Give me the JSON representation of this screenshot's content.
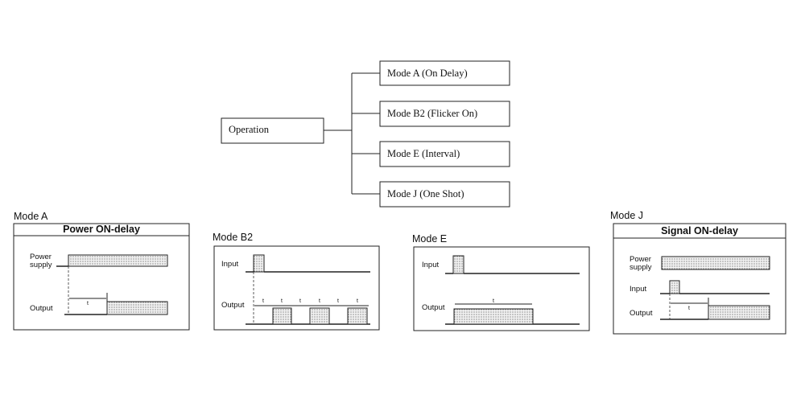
{
  "tree": {
    "root": "Operation",
    "modes": [
      "Mode A (On Delay)",
      "Mode B2 (Flicker On)",
      "Mode E (Interval)",
      "Mode J (One Shot)"
    ]
  },
  "panels": {
    "a": {
      "caption": "Mode A",
      "title": "Power ON-delay",
      "power_l1": "Power",
      "power_l2": "supply",
      "output": "Output",
      "t": "t"
    },
    "b2": {
      "caption": "Mode B2",
      "input": "Input",
      "output": "Output",
      "t": "t"
    },
    "e": {
      "caption": "Mode E",
      "input": "Input",
      "output": "Output",
      "t": "t"
    },
    "j": {
      "caption": "Mode J",
      "title": "Signal ON-delay",
      "power_l1": "Power",
      "power_l2": "supply",
      "input": "Input",
      "output": "Output",
      "t": "t"
    }
  }
}
